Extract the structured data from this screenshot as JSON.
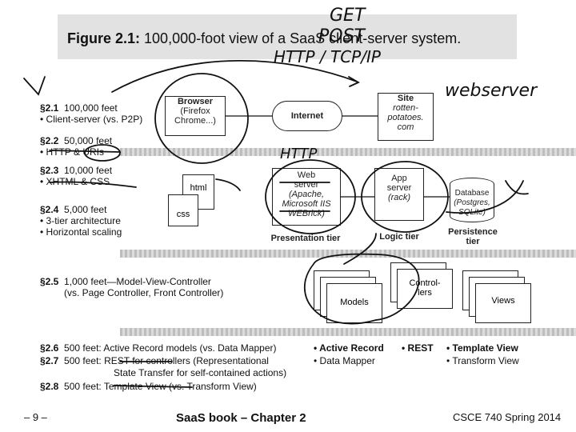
{
  "title": {
    "prefix": "Figure 2.1:",
    "rest": " 100,000-foot view of a SaaS client-server system."
  },
  "sections": [
    {
      "num": "§2.1",
      "lines": [
        "100,000 feet",
        "• Client-server (vs. P2P)"
      ]
    },
    {
      "num": "§2.2",
      "lines": [
        "50,000 feet",
        "• HTTP & URIs"
      ]
    },
    {
      "num": "§2.3",
      "lines": [
        "10,000 feet",
        "• XHTML & CSS"
      ]
    },
    {
      "num": "§2.4",
      "lines": [
        "5,000 feet",
        "• 3-tier architecture",
        "• Horizontal scaling"
      ]
    },
    {
      "num": "§2.5",
      "lines": [
        "1,000 feet—Model-View-Controller",
        "(vs. Page Controller, Front Controller)"
      ]
    }
  ],
  "bottom_sections": [
    {
      "num": "§2.6",
      "text": "500 feet: Active Record models (vs. Data Mapper)"
    },
    {
      "num": "§2.7",
      "text": "500 feet: REST for controllers (Representational"
    },
    {
      "num": "",
      "text": "State Transfer for self-contained actions)"
    },
    {
      "num": "§2.8",
      "text": "500 feet: Template View (vs. Transform View)"
    }
  ],
  "bullets": {
    "col1": [
      "• Active Record",
      "• Data Mapper"
    ],
    "col2": [
      "• REST"
    ],
    "col3": [
      "• Template View",
      "• Transform View"
    ]
  },
  "diagram": {
    "browser": {
      "title": "Browser",
      "sub": [
        "(Firefox",
        "Chrome...)"
      ]
    },
    "internet": "Internet",
    "site": {
      "title": "Site",
      "sub": [
        "rotten-",
        "potatoes.",
        "com"
      ]
    },
    "web_server": [
      "Web",
      "server",
      "(Apache,",
      "Microsoft IIS",
      "WEBrick)"
    ],
    "app_server": [
      "App",
      "server",
      "(rack)"
    ],
    "database": [
      "Database",
      "(Postgres,",
      "SQLite)"
    ],
    "html": "html",
    "css": "css",
    "tiers": {
      "presentation": "Presentation tier",
      "logic": "Logic tier",
      "persistence": [
        "Persistence",
        "tier"
      ]
    },
    "models": "Models",
    "controllers": [
      "Control-",
      "lers"
    ],
    "views": "Views"
  },
  "annotations": {
    "top_right": "GET",
    "post": "POST",
    "http_tcp": "HTTP / TCP/IP",
    "webserver": "webserver",
    "http2": "HTTP"
  },
  "footer": {
    "page": "– 9 –",
    "center": "SaaS book – Chapter 2",
    "right": "CSCE 740 Spring 2014"
  }
}
